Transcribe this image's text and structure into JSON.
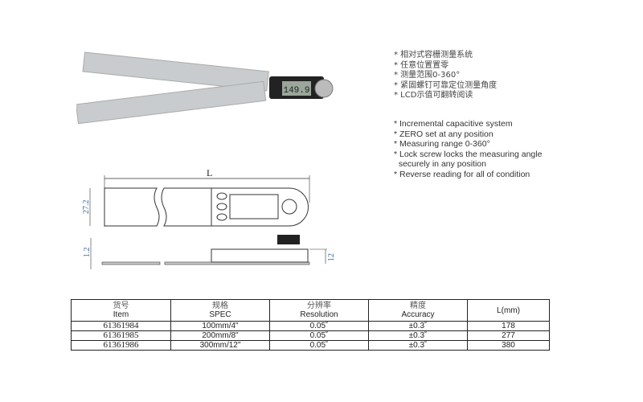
{
  "features_cn": [
    "* 相对式容栅测量系统",
    "* 任意位置置零",
    "* 测量范围0-360°",
    "* 紧固螺钉可靠定位测量角度",
    "* LCD示值可翻转阅读"
  ],
  "features_en": [
    "* Incremental capacitive system",
    "* ZERO set at any position",
    "* Measuring range 0-360°",
    "* Lock screw locks the measuring angle",
    "  securely in any position",
    "* Reverse reading for all of condition"
  ],
  "photo": {
    "display_value": "149.9"
  },
  "drawing": {
    "length_label": "L",
    "width_label": "27.2",
    "thickness_label": "1.2",
    "height_label": "12"
  },
  "table": {
    "headers": [
      {
        "cn": "货号",
        "en": "Item"
      },
      {
        "cn": "规格",
        "en": "SPEC"
      },
      {
        "cn": "分辨率",
        "en": "Resolution"
      },
      {
        "cn": "精度",
        "en": "Accuracy"
      },
      {
        "cn": "",
        "en": "L(mm)"
      }
    ],
    "rows": [
      [
        "61361984",
        "100mm/4\"",
        "0.05˚",
        "±0.3˚",
        "178"
      ],
      [
        "61361985",
        "200mm/8\"",
        "0.05˚",
        "±0.3˚",
        "277"
      ],
      [
        "61361986",
        "300mm/12\"",
        "0.05˚",
        "±0.3˚",
        "380"
      ]
    ]
  }
}
